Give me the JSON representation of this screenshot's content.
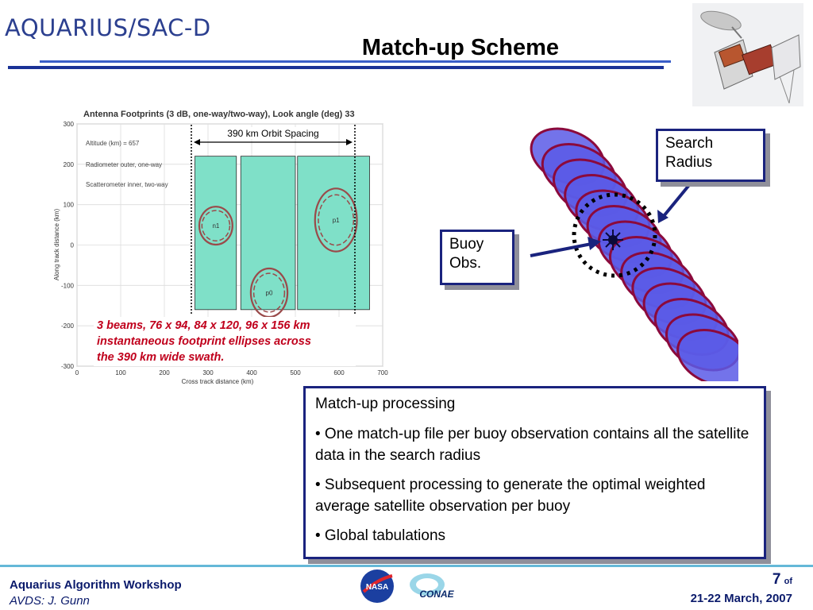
{
  "header": {
    "logo_text": "AQUARIUS/SAC-D",
    "title": "Match-up Scheme"
  },
  "colors": {
    "title_rule_light": "#3a5ec7",
    "title_rule_dark": "#1a3296",
    "callout_border": "#1a237e",
    "ellipse_fill": "#5a5ae6",
    "ellipse_stroke": "#8b0a3c",
    "footprint_fill": "#7fe0c8",
    "caption_red": "#c0001c",
    "footer_text": "#0a1a6b"
  },
  "figure": {
    "title": "Antenna Footprints (3 dB, one-way/two-way), Look angle (deg) 33",
    "params": [
      "Altitude (km) = 657",
      "Radiometer outer, one-way",
      "Scatterometer inner, two-way"
    ],
    "spacing_label": "390 km Orbit Spacing",
    "caption_lines": [
      "3 beams, 76 x 94,  84 x 120,  96 x 156 km",
      "instantaneous footprint ellipses across",
      "the 390 km wide swath."
    ],
    "beam_labels": [
      "n1",
      "p0",
      "p1"
    ]
  },
  "chart_data": {
    "type": "scatter",
    "title": "Antenna Footprints (3 dB, one-way/two-way), Look angle (deg) 33",
    "xlabel": "Cross track distance (km)",
    "ylabel": "Along track distance (km)",
    "xlim": [
      0,
      700
    ],
    "ylim": [
      -300,
      300
    ],
    "xticks": [
      0,
      100,
      200,
      300,
      400,
      500,
      600,
      700
    ],
    "yticks": [
      300,
      200,
      100,
      0,
      -100,
      -200,
      -300
    ],
    "swaths_km": [
      [
        270,
        365
      ],
      [
        375,
        500
      ],
      [
        505,
        670
      ]
    ],
    "beams": [
      {
        "name": "n1",
        "center": [
          318,
          48
        ],
        "size_km": [
          76,
          94
        ]
      },
      {
        "name": "p0",
        "center": [
          440,
          -118
        ],
        "size_km": [
          84,
          120
        ]
      },
      {
        "name": "p1",
        "center": [
          593,
          62
        ],
        "size_km": [
          96,
          156
        ]
      }
    ]
  },
  "callouts": {
    "search_radius": "Search\nRadius",
    "buoy_obs": "Buoy\nObs."
  },
  "match_box": {
    "heading": "Match-up processing",
    "bullets": [
      "• One match-up file per buoy observation contains all the satellite data in the search radius",
      "• Subsequent processing to generate the optimal weighted average satellite observation per buoy",
      "•  Global tabulations"
    ]
  },
  "footer": {
    "workshop": "Aquarius Algorithm Workshop",
    "author": "AVDS: J. Gunn",
    "page_number": "7",
    "page_of": "of",
    "date": "21-22 March, 2007",
    "logo_left_text": "NASA",
    "logo_right_text": "CONAE"
  }
}
